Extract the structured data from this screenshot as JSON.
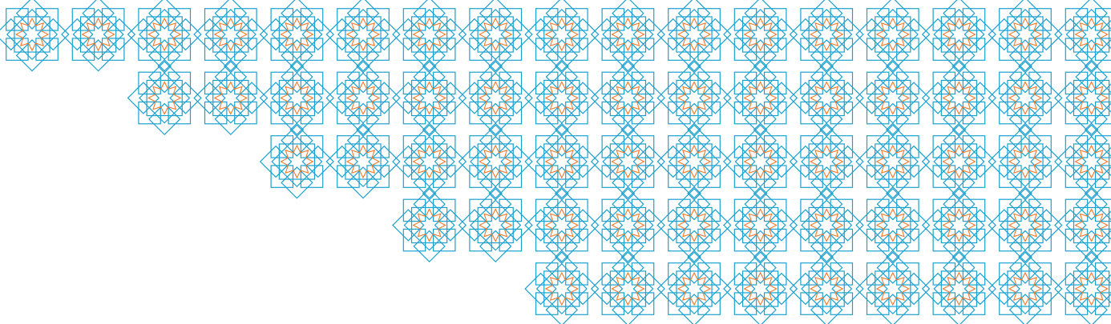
{
  "pattern": {
    "motif": "eight-point-star-rosette",
    "colors": {
      "outer_squares": "#1ba1cf",
      "inner_star": "#f07a2c",
      "background": "#ffffff"
    },
    "grid": {
      "columns": 17,
      "rows": 5
    },
    "rows": [
      {
        "row": 1,
        "filled_columns": [
          1,
          2,
          3,
          4,
          5,
          6,
          7,
          8,
          9,
          10,
          11,
          12,
          13,
          14,
          15,
          16,
          17
        ]
      },
      {
        "row": 2,
        "filled_columns": [
          3,
          4,
          5,
          6,
          7,
          8,
          9,
          10,
          11,
          12,
          13,
          14,
          15,
          16,
          17
        ]
      },
      {
        "row": 3,
        "filled_columns": [
          5,
          6,
          7,
          8,
          9,
          10,
          11,
          12,
          13,
          14,
          15,
          16,
          17
        ]
      },
      {
        "row": 4,
        "filled_columns": [
          7,
          8,
          9,
          10,
          11,
          12,
          13,
          14,
          15,
          16,
          17
        ]
      },
      {
        "row": 5,
        "filled_columns": [
          9,
          10,
          11,
          12,
          13,
          14,
          15,
          16,
          17
        ]
      }
    ],
    "connectors": {
      "vertical_links_from_column": [
        3,
        3,
        5,
        7,
        9
      ]
    }
  }
}
